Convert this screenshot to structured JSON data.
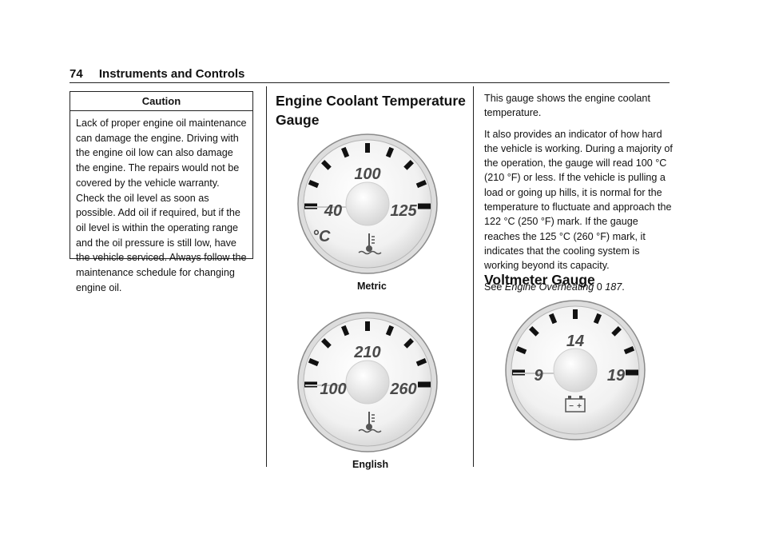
{
  "header": {
    "page_number": "74",
    "section_title": "Instruments and Controls"
  },
  "caution": {
    "title": "Caution",
    "body": "Lack of proper engine oil maintenance can damage the engine. Driving with the engine oil low can also damage the engine. The repairs would not be covered by the vehicle warranty. Check the oil level as soon as possible. Add oil if required, but if the oil level is within the operating range and the oil pressure is still low, have the vehicle serviced. Always follow the maintenance schedule for changing engine oil."
  },
  "coolant": {
    "heading_line1": "Engine Coolant Temperature",
    "heading_line2": "Gauge",
    "metric": {
      "low": "40",
      "mid": "100",
      "high": "125",
      "unit": "°C",
      "caption": "Metric"
    },
    "english": {
      "low": "100",
      "mid": "210",
      "high": "260",
      "caption": "English"
    },
    "para1": "This gauge shows the engine coolant temperature.",
    "para2": "It also provides an indicator of how hard the vehicle is working. During a majority of the operation, the gauge will read 100 °C (210 °F) or less. If the vehicle is pulling a load or going up hills, it is normal for the temperature to fluctuate and approach the 122 °C (250 °F) mark. If the gauge reaches the 125 °C (260 °F) mark, it indicates that the cooling system is working beyond its capacity.",
    "see_prefix": "See",
    "see_ref": "Engine Overheating",
    "see_symbol": "0",
    "see_page": "187",
    "see_suffix": "."
  },
  "voltmeter": {
    "heading": "Voltmeter Gauge",
    "low": "9",
    "mid": "14",
    "high": "19",
    "battery_minus": "−",
    "battery_plus": "+"
  }
}
